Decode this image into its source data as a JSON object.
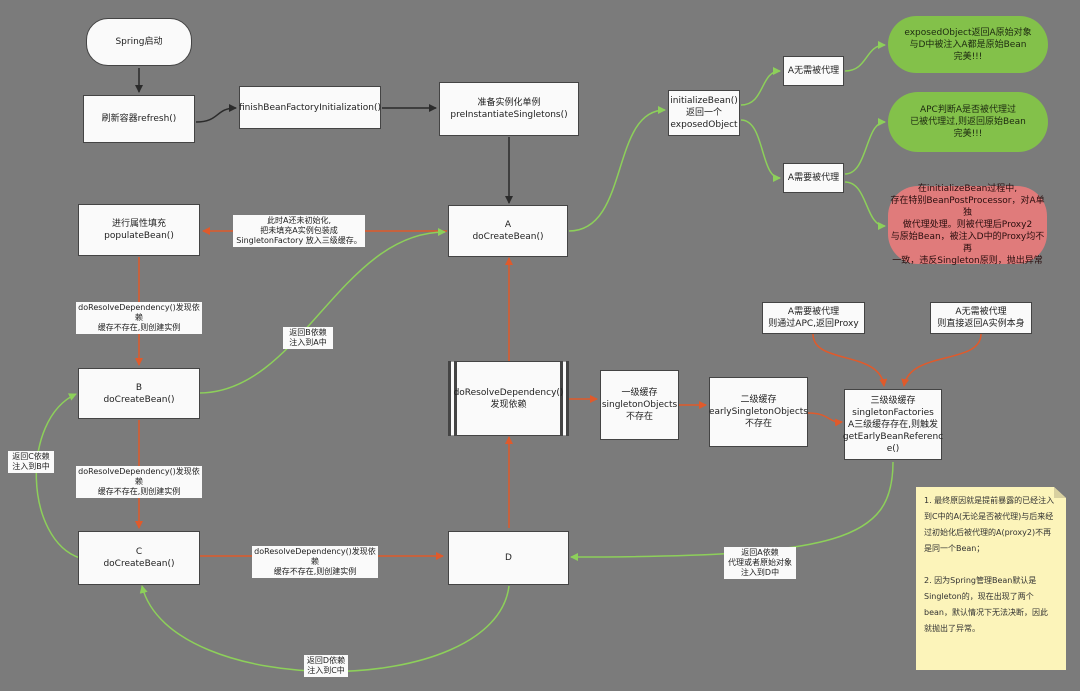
{
  "nodes": {
    "spring_start": "Spring启动",
    "refresh": "刷新容器refresh()",
    "finish_init": "finishBeanFactoryInitialization()",
    "pre_instantiate": "准备实例化单例\npreInstantiateSingletons()",
    "initialize_bean": "initializeBean()\n返回一个\nexposedObject",
    "a_no_proxy": "A无需被代理",
    "a_need_proxy": "A需要被代理",
    "exposed_original": "exposedObject返回A原始对象\n与D中被注入A都是原始Bean\n完美!!!",
    "apc_check": "APC判断A是否被代理过\n已被代理过,则返回原始Bean\n完美!!!",
    "error_case": "在initializeBean过程中,\n存在特别BeanPostProcessor，对A单独\n做代理处理。则被代理后Proxy2\n与原始Bean，被注入D中的Proxy均不再\n一致，违反Singleton原则，抛出异常",
    "populate_bean": "进行属性填充\npopulateBean()",
    "a_do_create": "A\ndoCreateBean()",
    "b_do_create": "B\ndoCreateBean()",
    "c_do_create": "C\ndoCreateBean()",
    "d_node": "D",
    "resolve_dependency": "doResolveDependency()\n发现依赖",
    "level1_cache": "一级缓存\nsingletonObjects\n不存在",
    "level2_cache": "二级缓存\nearlySingletonObjects\n不存在",
    "level3_cache": "三级级缓存\nsingletonFactories\nA三级缓存存在,则触发\ngetEarlyBeanReferenc\ne()",
    "a_need_proxy_apc": "A需要被代理\n则通过APC,返回Proxy",
    "a_no_proxy_self": "A无需被代理\n则直接返回A实例本身"
  },
  "edge_labels": {
    "a_to_populate": "此时A还未初始化,\n把未填充A实例包装成\nSingletonFactory 放入三级缓存。",
    "populate_to_b": "doResolveDependency()发现依赖\n缓存不存在,则创建实例",
    "b_return_to_a": "返回B依赖\n注入到A中",
    "b_to_c": "doResolveDependency()发现依赖\n缓存不存在,则创建实例",
    "c_return_to_b": "返回C依赖\n注入到B中",
    "c_to_d": "doResolveDependency()发现依赖\n缓存不存在,则创建实例",
    "d_return_to_c": "返回D依赖\n注入到C中",
    "cache_return_to_d": "返回A依赖\n代理或者原始对象\n注入到D中"
  },
  "note": "1. 最终原因就是提前暴露的已经注入\n到C中的A(无论是否被代理)与后来经\n过初始化后被代理的A(proxy2)不再\n是同一个Bean；\n\n2. 因为Spring管理Bean默认是\nSingleton的，现在出现了两个\nbean，默认情况下无法决断，因此\n就抛出了异常。",
  "colors": {
    "background": "#7b7b7b",
    "node_fill": "#fafafa",
    "green_fill": "#83c14a",
    "red_fill": "#e07b7b",
    "note_fill": "#fcf4ba",
    "arrow_dark": "#2b2b2b",
    "arrow_red": "#e05a2b",
    "arrow_green": "#8dd05a"
  }
}
